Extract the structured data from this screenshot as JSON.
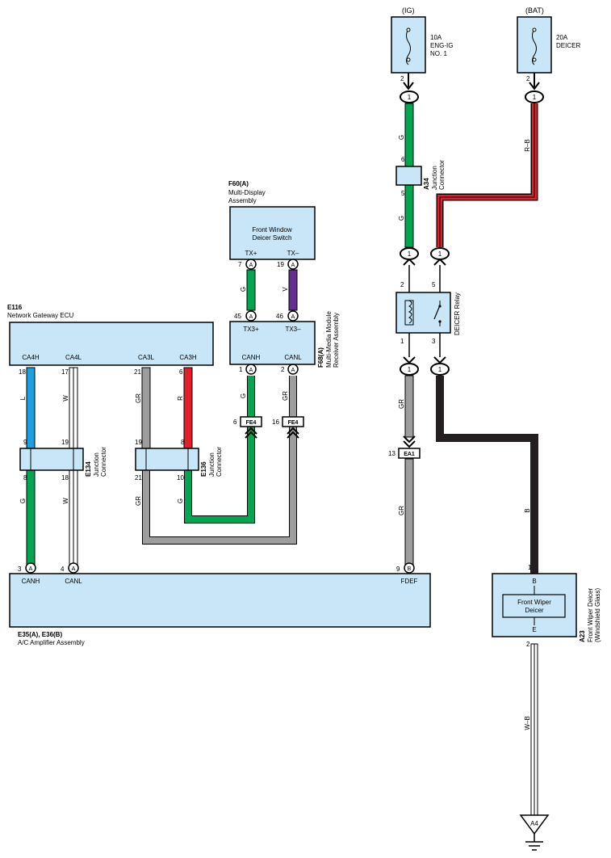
{
  "sources": {
    "ig": {
      "label": "(IG)",
      "fuse": "10A",
      "name1": "ENG-IG",
      "name2": "NO. 1",
      "pin": "2",
      "conn_pin": "1"
    },
    "bat": {
      "label": "(BAT)",
      "fuse": "20A",
      "name1": "DEICER",
      "pin": "2",
      "conn_pin": "1"
    }
  },
  "a34": {
    "code": "A34",
    "desc1": "Junction",
    "desc2": "Connector",
    "pin_top": "6",
    "pin_bottom": "5"
  },
  "relay": {
    "label": "DEICER Relay",
    "pin_tl": "2",
    "pin_tr": "5",
    "pin_bl": "1",
    "pin_br": "3",
    "conn_tl": "1",
    "conn_tr": "1",
    "conn_bl": "1",
    "conn_br": "1"
  },
  "f60": {
    "code": "F60(A)",
    "desc1": "Multi-Display",
    "desc2": "Assembly",
    "switch1": "Front Window",
    "switch2": "Deicer Switch",
    "tx_plus": "TX+",
    "tx_minus": "TX–",
    "pin7": "7",
    "pin19": "19",
    "conn": "A"
  },
  "f68": {
    "code": "F68(A)",
    "desc1": "Multi-Media Module",
    "desc2": "Receiver Assembly",
    "tx3p": "TX3+",
    "tx3m": "TX3–",
    "canh": "CANH",
    "canl": "CANL",
    "pin45": "45",
    "pin46": "46",
    "pin1": "1",
    "pin2": "2",
    "conn": "A"
  },
  "e116": {
    "code": "E116",
    "desc": "Network Gateway ECU",
    "ca4h": "CA4H",
    "ca4l": "CA4L",
    "ca3l": "CA3L",
    "ca3h": "CA3H",
    "p18": "18",
    "p17": "17",
    "p21": "21",
    "p6": "6"
  },
  "e134": {
    "code": "E134",
    "desc1": "Junction",
    "desc2": "Connector",
    "p9": "9",
    "p19": "19",
    "p8": "8",
    "p18": "18"
  },
  "e136": {
    "code": "E136",
    "desc1": "Junction",
    "desc2": "Connector",
    "p19": "19",
    "p8": "8",
    "p21": "21",
    "p10": "10"
  },
  "fe4": {
    "label": "FE4",
    "pin_left": "6",
    "pin_right": "16"
  },
  "ea1": {
    "label": "EA1",
    "pin": "13"
  },
  "e35": {
    "code": "E35(A), E36(B)",
    "desc": "A/C Amplifier Assembly",
    "canh": "CANH",
    "canl": "CANL",
    "fdef": "FDEF",
    "p3": "3",
    "p4": "4",
    "p9": "9",
    "conn_a": "A",
    "conn_b": "B"
  },
  "a23": {
    "code": "A23",
    "desc1": "Front Wiper Deicer",
    "desc2": "(Windshield Glass)",
    "inner1": "Front Wiper",
    "inner2": "Deicer",
    "b": "B",
    "e": "E",
    "p1": "1",
    "p2": "2"
  },
  "ground": {
    "label": "A4"
  },
  "wire_labels": {
    "g": "G",
    "rb": "R–B",
    "v": "V",
    "l": "L",
    "w": "W",
    "gr": "GR",
    "r": "R",
    "b": "B",
    "wb": "W–B"
  },
  "colors": {
    "box_fill": "#c8e6f7",
    "green": "#00a650",
    "red": "#e2202b",
    "blue": "#1ba0e0",
    "purple": "#662d91",
    "gray": "#9d9d9d",
    "black": "#231f20"
  }
}
